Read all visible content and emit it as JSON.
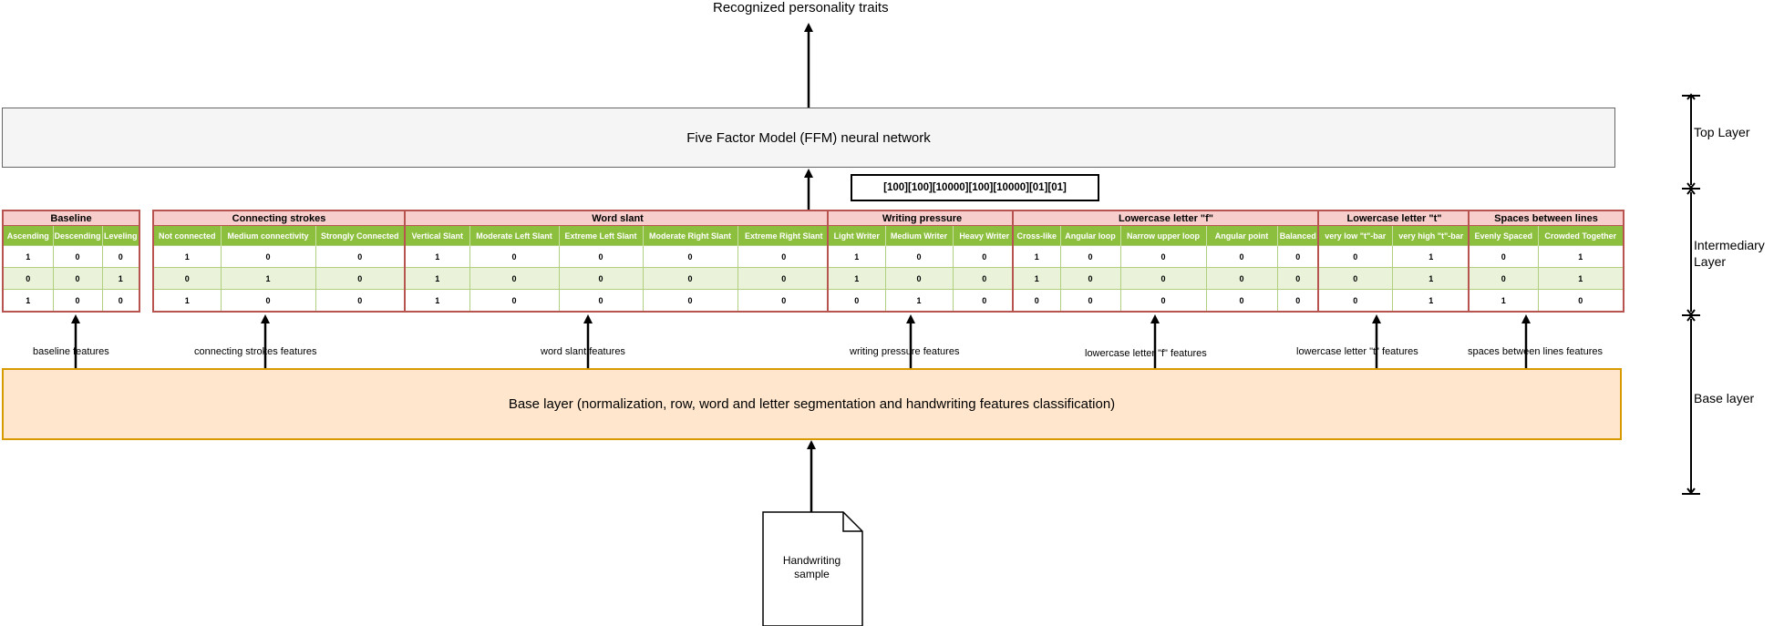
{
  "output_label": "Recognized personality traits",
  "ffm_label": "Five Factor Model (FFM) neural network",
  "encoding_label": "[100][100][10000][100][10000][01][01]",
  "base_label": "Base layer (normalization, row, word and letter segmentation and handwriting features classification)",
  "document_label": "Handwriting sample",
  "layers": {
    "top": "Top Layer",
    "intermediary": "Intermediary Layer",
    "base": "Base layer"
  },
  "groups": [
    {
      "title": "Baseline",
      "feature_label": "baseline features",
      "columns": [
        "Ascending",
        "Descending",
        "Leveling"
      ],
      "rows": [
        [
          "1",
          "0",
          "0"
        ],
        [
          "0",
          "0",
          "1"
        ],
        [
          "1",
          "0",
          "0"
        ]
      ]
    },
    {
      "title": "Connecting strokes",
      "feature_label": "connecting strokes features",
      "columns": [
        "Not connected",
        "Medium connectivity",
        "Strongly Connected"
      ],
      "rows": [
        [
          "1",
          "0",
          "0"
        ],
        [
          "0",
          "1",
          "0"
        ],
        [
          "1",
          "0",
          "0"
        ]
      ]
    },
    {
      "title": "Word slant",
      "feature_label": "word slant features",
      "columns": [
        "Vertical Slant",
        "Moderate Left Slant",
        "Extreme Left Slant",
        "Moderate Right Slant",
        "Extreme Right Slant"
      ],
      "rows": [
        [
          "1",
          "0",
          "0",
          "0",
          "0"
        ],
        [
          "1",
          "0",
          "0",
          "0",
          "0"
        ],
        [
          "1",
          "0",
          "0",
          "0",
          "0"
        ]
      ]
    },
    {
      "title": "Writing pressure",
      "feature_label": "writing pressure features",
      "columns": [
        "Light Writer",
        "Medium Writer",
        "Heavy Writer"
      ],
      "rows": [
        [
          "1",
          "0",
          "0"
        ],
        [
          "1",
          "0",
          "0"
        ],
        [
          "0",
          "1",
          "0"
        ]
      ]
    },
    {
      "title": "Lowercase letter \"f\"",
      "feature_label": "lowercase letter \"f\" features",
      "columns": [
        "Cross-like",
        "Angular loop",
        "Narrow upper loop",
        "Angular point",
        "Balanced"
      ],
      "rows": [
        [
          "1",
          "0",
          "0",
          "0",
          "0"
        ],
        [
          "1",
          "0",
          "0",
          "0",
          "0"
        ],
        [
          "0",
          "0",
          "0",
          "0",
          "0"
        ]
      ]
    },
    {
      "title": "Lowercase letter \"t\"",
      "feature_label": "lowercase letter \"t\" features",
      "columns": [
        "very low \"t\"-bar",
        "very high \"t\"-bar"
      ],
      "rows": [
        [
          "0",
          "1"
        ],
        [
          "0",
          "1"
        ],
        [
          "0",
          "1"
        ]
      ]
    },
    {
      "title": "Spaces between lines",
      "feature_label": "spaces between lines features",
      "columns": [
        "Evenly Spaced",
        "Crowded Together"
      ],
      "rows": [
        [
          "0",
          "1"
        ],
        [
          "0",
          "1"
        ],
        [
          "1",
          "0"
        ]
      ]
    }
  ]
}
